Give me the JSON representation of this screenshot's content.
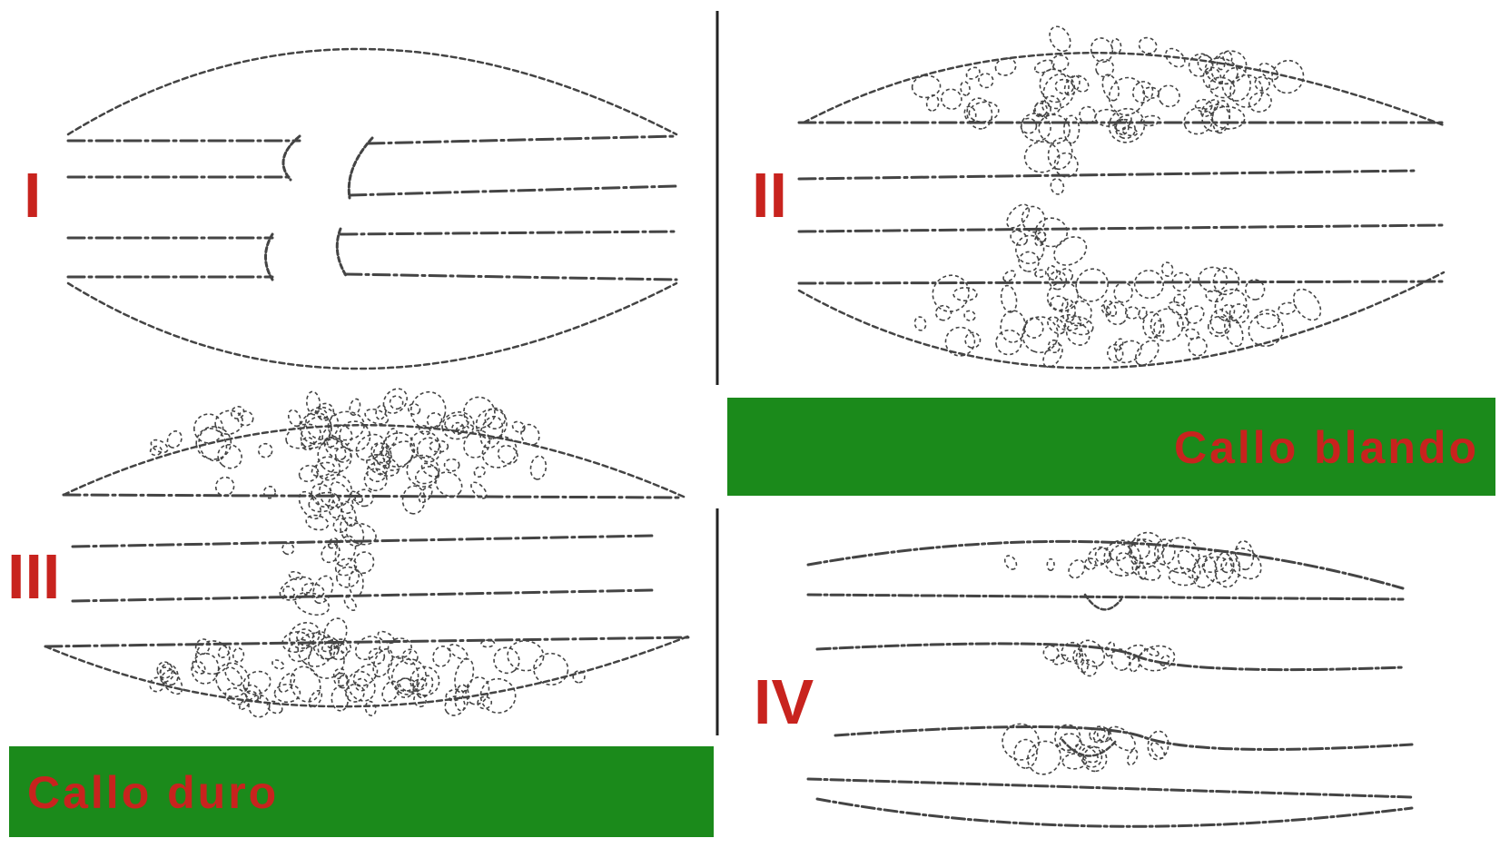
{
  "stages": [
    {
      "id": "I",
      "label": "I"
    },
    {
      "id": "II",
      "label": "II"
    },
    {
      "id": "III",
      "label": "III"
    },
    {
      "id": "IV",
      "label": "IV"
    }
  ],
  "banners": {
    "soft": {
      "text": "Callo blando"
    },
    "hard": {
      "text": "Callo duro"
    }
  },
  "colors": {
    "background": "#ffffff",
    "stroke": "#444444",
    "label": "#c8231e",
    "banner": "#1b8a1b",
    "divider": "#222222"
  }
}
